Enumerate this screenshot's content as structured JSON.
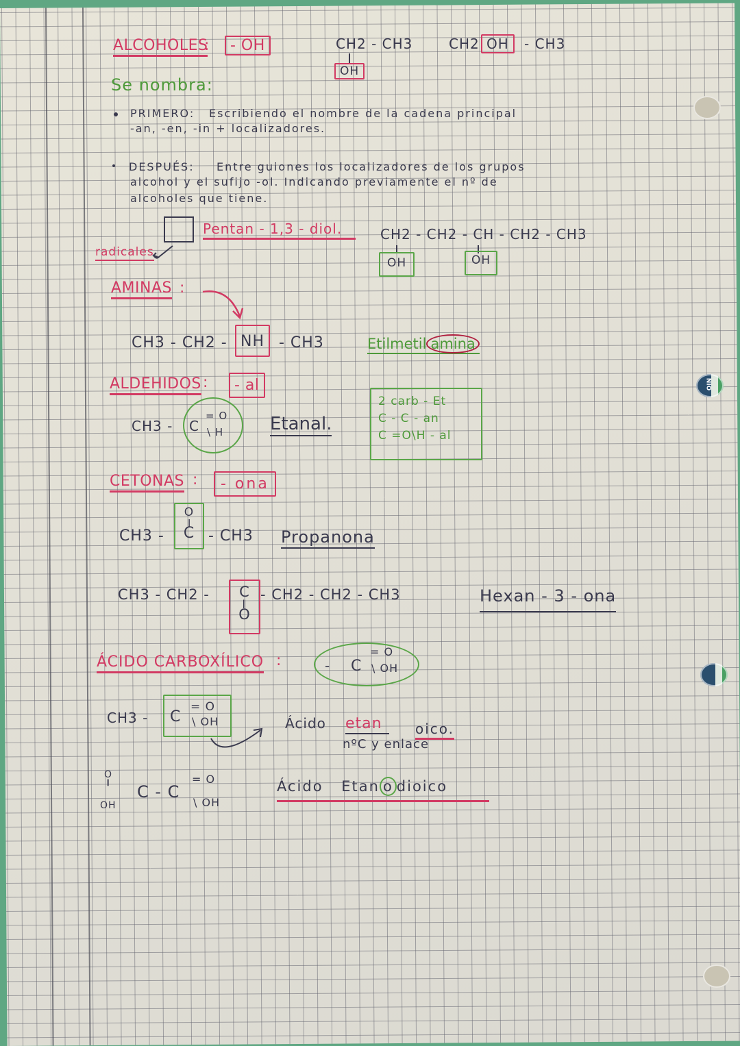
{
  "alcoholes": {
    "title": "ALCOHOLES",
    "colon": ":",
    "group": "- OH",
    "example1_chain": "CH2 - CH3",
    "example1_oh": "OH",
    "example2_left": "CH2",
    "example2_oh": "OH",
    "example2_right": "- CH3",
    "se_nombra": "Se nombra:",
    "steps": [
      {
        "label": "PRIMERO:",
        "line1": "Escribiendo el nombre de la cadena principal",
        "line2": "-an, -en, -in + localizadores."
      },
      {
        "label": "DESPUÉS:",
        "line1": "Entre guiones los localizadores de los grupos",
        "line2": "alcohol y el sufijo -ol. Indicando previamente el nº de",
        "line3": "alcoholes que tiene."
      }
    ],
    "radicales_label": "radicales",
    "example_name": "Pentan - 1,3 - diol.",
    "example_chain": "CH2 - CH2 - CH - CH2 - CH3",
    "example_oh1": "OH",
    "example_oh2": "OH"
  },
  "aminas": {
    "title": "AMINAS",
    "colon": ":",
    "formula_left": "CH3 - CH2 -",
    "group": "NH",
    "formula_right": "- CH3",
    "name_prefix": "Etilmetil",
    "name_suffix": "amina"
  },
  "aldehidos": {
    "title": "ALDEHIDOS",
    "colon": ":",
    "group": "- al",
    "formula_left": "CH3 -",
    "formula_c": "C",
    "formula_top": "= O",
    "formula_bottom": "\\ H",
    "name": "Etanal.",
    "note_lines": [
      "2 carb - Et",
      "C - C   - an",
      "C =O\\H  - al"
    ]
  },
  "cetonas": {
    "title": "CETONAS",
    "colon": ":",
    "group": "- ona",
    "example1_left": "CH3 -",
    "example1_top": "O",
    "example1_bond": "‖",
    "example1_c": "C",
    "example1_right": "- CH3",
    "example1_name": "Propanona",
    "example2_left": "CH3 - CH2 -",
    "example2_c": "C",
    "example2_bond": "‖",
    "example2_o": "O",
    "example2_right": "- CH2 - CH2 - CH3",
    "example2_name": "Hexan - 3 - ona"
  },
  "acido": {
    "title": "ÁCIDO CARBOXÍLICO",
    "colon": ":",
    "group_dash": "-",
    "group_c": "C",
    "group_top": "= O",
    "group_bottom": "\\ OH",
    "example1_left": "CH3 -",
    "example1_c": "C",
    "example1_top": "= O",
    "example1_bottom": "\\ OH",
    "example1_word": "Ácido",
    "example1_root": "etan",
    "example1_suffix": "oico.",
    "example1_note": "nºC y enlace",
    "example2_formula_left_top": "O",
    "example2_formula_left_bond": "‖",
    "example2_formula_left_oh": "OH",
    "example2_formula_mid": "C - C",
    "example2_formula_top": "= O",
    "example2_formula_bottom": "\\ OH",
    "example2_word": "Ácido",
    "example2_name_a": "Etan",
    "example2_name_o": "o",
    "example2_name_b": "dioico"
  },
  "binder": {
    "tab_label": "NIO",
    "holes": 4
  },
  "colors": {
    "pink": "#d23a63",
    "green": "#4e9a3a",
    "ink": "#3a3a4e",
    "paper": "#e6e3d6",
    "background": "#5fa783"
  }
}
